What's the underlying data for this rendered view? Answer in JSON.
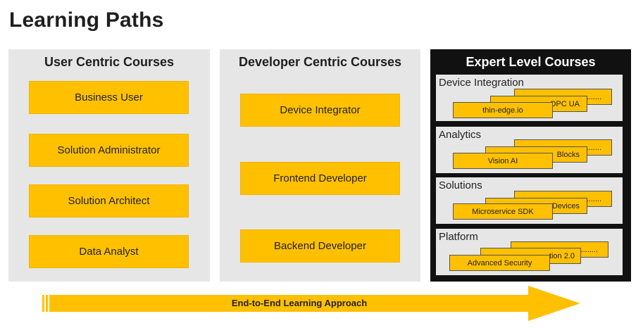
{
  "page": {
    "title": "Learning Paths"
  },
  "user_centric": {
    "title": "User Centric Courses",
    "items": [
      "Business User",
      "Solution Administrator",
      "Solution  Architect",
      "Data Analyst"
    ]
  },
  "developer_centric": {
    "title": "Developer Centric Courses",
    "items": [
      "Device Integrator",
      "Frontend Developer",
      "Backend Developer"
    ]
  },
  "expert_level": {
    "title": "Expert Level Courses",
    "groups": [
      {
        "label": "Device Integration",
        "back": "........",
        "middle": "OPC UA",
        "front": "thin-edge.io"
      },
      {
        "label": "Analytics",
        "back": "........",
        "middle": "Blocks",
        "front": "Vision AI"
      },
      {
        "label": "Solutions",
        "back": "........",
        "middle": "Devices",
        "front": "Microservice SDK"
      },
      {
        "label": "Platform",
        "back": "........",
        "middle": "tion 2.0",
        "front": "Advanced Security"
      }
    ]
  },
  "footer": {
    "arrow_label": "End-to-End Learning Approach"
  },
  "colors": {
    "accent": "#ffc000",
    "panel": "#e6e6e6",
    "expert_panel": "#111111"
  }
}
